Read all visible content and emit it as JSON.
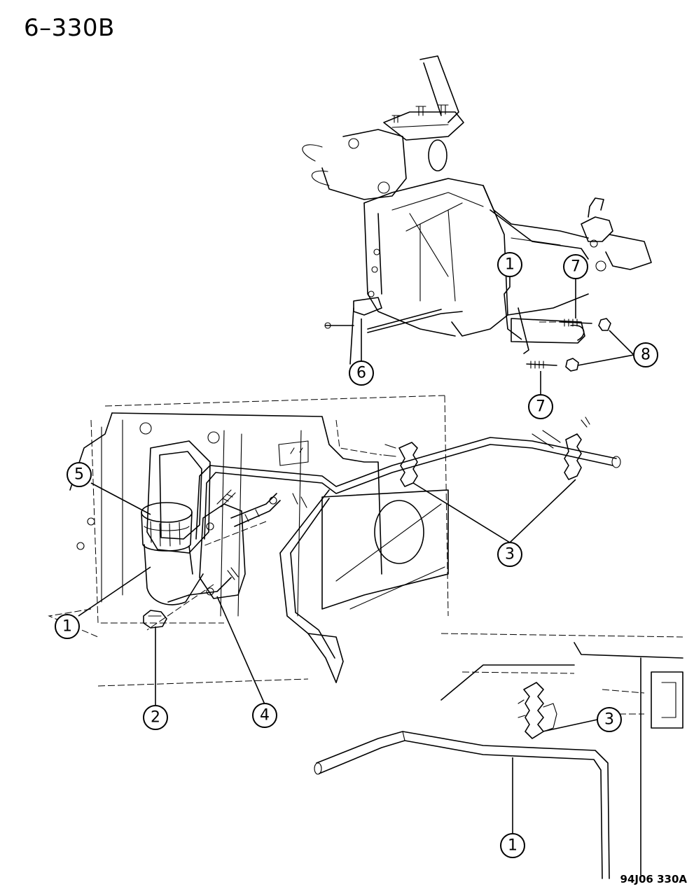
{
  "diagram": {
    "page_id": "6–330B",
    "figure_code": "94J06  330A"
  },
  "callouts": [
    {
      "id": "c1a",
      "label": "1"
    },
    {
      "id": "c7a",
      "label": "7"
    },
    {
      "id": "c8",
      "label": "8"
    },
    {
      "id": "c6",
      "label": "6"
    },
    {
      "id": "c7b",
      "label": "7"
    },
    {
      "id": "c5",
      "label": "5"
    },
    {
      "id": "c3a",
      "label": "3"
    },
    {
      "id": "c1b",
      "label": "1"
    },
    {
      "id": "c2",
      "label": "2"
    },
    {
      "id": "c4",
      "label": "4"
    },
    {
      "id": "c3b",
      "label": "3"
    },
    {
      "id": "c1c",
      "label": "1"
    }
  ]
}
